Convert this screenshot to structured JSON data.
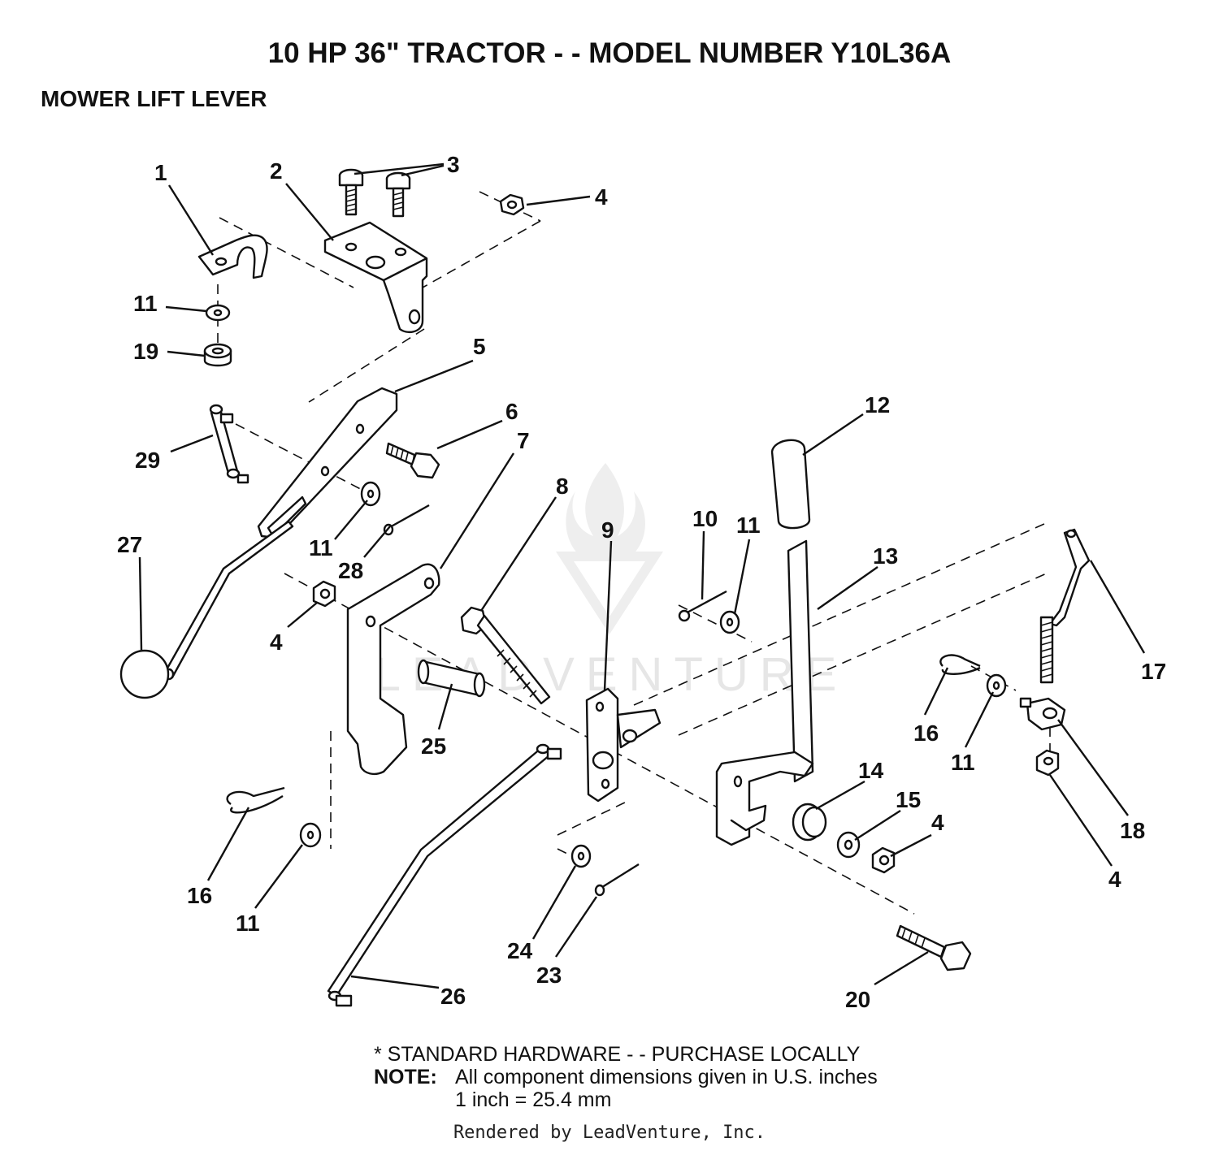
{
  "title": "10 HP 36\" TRACTOR - - MODEL NUMBER Y10L36A",
  "section_title": "MOWER LIFT LEVER",
  "watermark": "LEADVENTURE",
  "callouts": [
    {
      "id": "c-1",
      "label": "1"
    },
    {
      "id": "c-2",
      "label": "2"
    },
    {
      "id": "c-3",
      "label": "3"
    },
    {
      "id": "c-4a",
      "label": "4"
    },
    {
      "id": "c-4b",
      "label": "4"
    },
    {
      "id": "c-4c",
      "label": "4"
    },
    {
      "id": "c-4d",
      "label": "4"
    },
    {
      "id": "c-5",
      "label": "5"
    },
    {
      "id": "c-6",
      "label": "6"
    },
    {
      "id": "c-7",
      "label": "7"
    },
    {
      "id": "c-8",
      "label": "8"
    },
    {
      "id": "c-9",
      "label": "9"
    },
    {
      "id": "c-10",
      "label": "10"
    },
    {
      "id": "c-11a",
      "label": "11"
    },
    {
      "id": "c-11b",
      "label": "11"
    },
    {
      "id": "c-11c",
      "label": "11"
    },
    {
      "id": "c-11d",
      "label": "11"
    },
    {
      "id": "c-11e",
      "label": "11"
    },
    {
      "id": "c-12",
      "label": "12"
    },
    {
      "id": "c-13",
      "label": "13"
    },
    {
      "id": "c-14",
      "label": "14"
    },
    {
      "id": "c-15",
      "label": "15"
    },
    {
      "id": "c-16a",
      "label": "16"
    },
    {
      "id": "c-16b",
      "label": "16"
    },
    {
      "id": "c-17",
      "label": "17"
    },
    {
      "id": "c-18",
      "label": "18"
    },
    {
      "id": "c-19",
      "label": "19"
    },
    {
      "id": "c-20",
      "label": "20"
    },
    {
      "id": "c-23",
      "label": "23"
    },
    {
      "id": "c-24",
      "label": "24"
    },
    {
      "id": "c-25",
      "label": "25"
    },
    {
      "id": "c-26",
      "label": "26"
    },
    {
      "id": "c-27",
      "label": "27"
    },
    {
      "id": "c-28",
      "label": "28"
    },
    {
      "id": "c-29",
      "label": "29"
    }
  ],
  "notes": {
    "standard_hardware": "* STANDARD HARDWARE - - PURCHASE LOCALLY",
    "note_label": "NOTE:",
    "note_text": "All component dimensions given in U.S. inches",
    "conversion": "1 inch = 25.4 mm"
  },
  "rendered_by": "Rendered by LeadVenture, Inc."
}
